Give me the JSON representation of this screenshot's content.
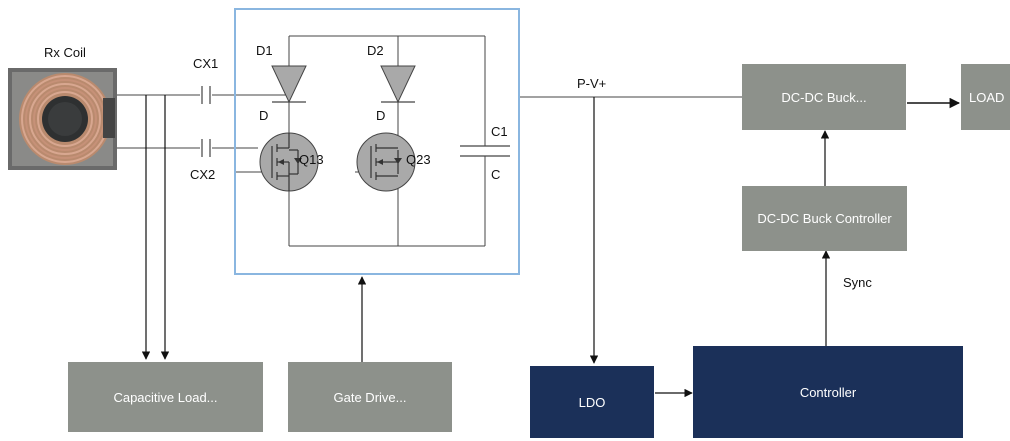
{
  "labels": {
    "rx_coil": "Rx Coil",
    "cx1": "CX1",
    "cx2": "CX2",
    "d1": "D1",
    "d2": "D2",
    "d_left": "D",
    "d_right": "D",
    "q13": "Q13",
    "q23": "Q23",
    "c1": "C1",
    "c": "C",
    "pv": "P-V+",
    "sync": "Sync"
  },
  "blocks": {
    "capacitive_load": "Capacitive Load...",
    "gate_drive": "Gate Drive...",
    "ldo": "LDO",
    "controller": "Controller",
    "buck": "DC-DC Buck...",
    "buck_controller": "DC-DC Buck Controller",
    "load": "LOAD"
  },
  "colors": {
    "grey_block": "#8d918b",
    "navy_block": "#1b3059",
    "frame_border": "#8ab6e0",
    "wire": "#444444",
    "component_fill": "#a9a9a9"
  }
}
